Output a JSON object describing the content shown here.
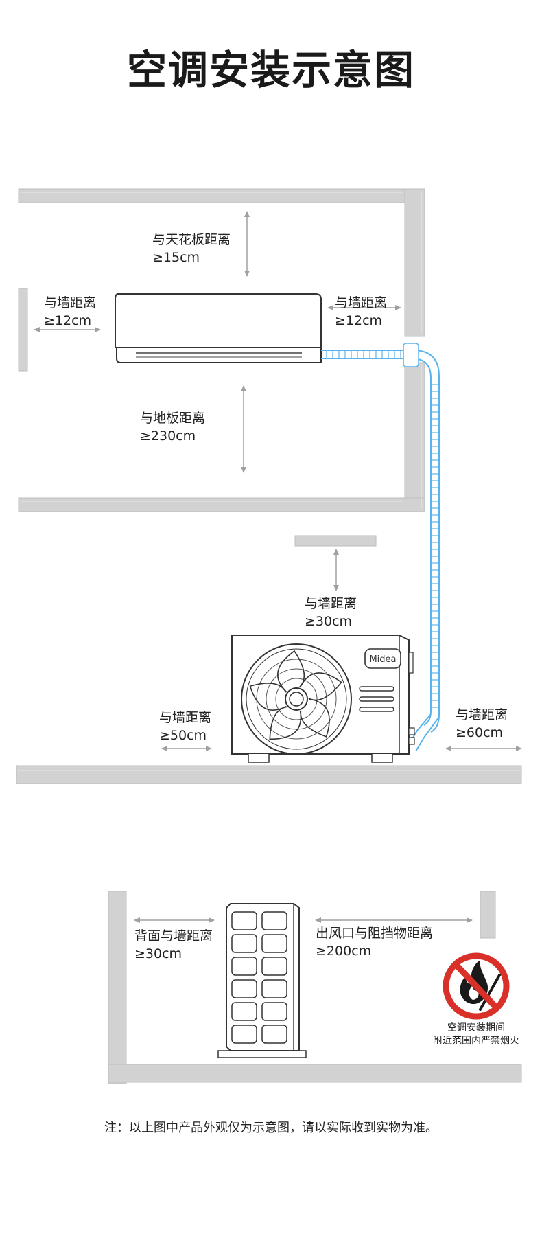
{
  "title": "空调安装示意图",
  "labels": {
    "ceiling": {
      "line1": "与天花板距离",
      "line2": "≥15cm"
    },
    "indoor_left": {
      "line1": "与墙距离",
      "line2": "≥12cm"
    },
    "indoor_right": {
      "line1": "与墙距离",
      "line2": "≥12cm"
    },
    "floor": {
      "line1": "与地板距离",
      "line2": "≥230cm"
    },
    "outdoor_top": {
      "line1": "与墙距离",
      "line2": "≥30cm"
    },
    "outdoor_left": {
      "line1": "与墙距离",
      "line2": "≥50cm"
    },
    "outdoor_right": {
      "line1": "与墙距离",
      "line2": "≥60cm"
    },
    "back": {
      "line1": "背面与墙距离",
      "line2": "≥30cm"
    },
    "outlet": {
      "line1": "出风口与阻挡物距离",
      "line2": "≥200cm"
    }
  },
  "brand_logo": "Midea",
  "no_fire_sign": {
    "icon": "no-fire-icon",
    "line1": "空调安装期间",
    "line2": "附近范围内严禁烟火"
  },
  "footnote": "注：以上图中产品外观仅为示意图，请以实际收到实物为准。",
  "colors": {
    "pipe": "#5ab4ec",
    "wall": "#d2d2d2",
    "wall_edge": "#b8b8b8",
    "arrow": "#a0a0a0",
    "outline": "#333333",
    "prohibit": "#d9302a"
  }
}
